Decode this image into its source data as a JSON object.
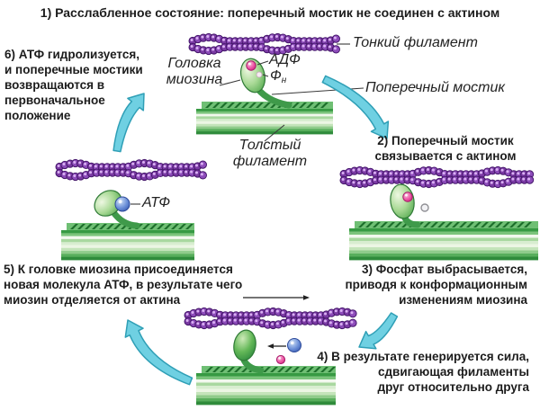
{
  "title": "1) Расслабленное состояние: поперечный мостик не соединен с актином",
  "step2": {
    "line1": "2) Поперечный мостик",
    "line2": "связывается с актином"
  },
  "step3": {
    "line1": "3) Фосфат выбрасывается,",
    "line2": "приводя к конформационным",
    "line3": "изменениям миозина"
  },
  "step4": {
    "line1": "4) В результате генерируется сила,",
    "line2": "сдвигающая филаменты",
    "line3": "друг относительно друга"
  },
  "step5": {
    "line1": "5) К головке миозина присоединяется",
    "line2": "новая молекула АТФ, в результате чего",
    "line3": "миозин отделяется от актина"
  },
  "step6": {
    "line1": "6) АТФ гидролизуется,",
    "line2": "и поперечные мостики",
    "line3": "возвращаются в",
    "line4": "первоначальное",
    "line5": "положение"
  },
  "labels": {
    "thin_filament": "Тонкий филамент",
    "myosin_head_line1": "Головка",
    "myosin_head_line2": "миозина",
    "adp": "АДФ",
    "pi_symbol": "Ф",
    "pi_subscript": "н",
    "cross_bridge": "Поперечный мостик",
    "thick_filament_line1": "Толстый",
    "thick_filament_line2": "филамент",
    "atp": "АТФ"
  },
  "colors": {
    "background": "#ffffff",
    "text": "#1c1c1c",
    "actin_bead_a": "#8d4cba",
    "actin_bead_b": "#7b3aa4",
    "actin_bead_outline": "#45176b",
    "actin_bead_highlight": "#d9b0f2",
    "myosin_outline": "#2f7a36",
    "myosin_neck": "#3f9a4a",
    "filament_hatch_bg": "#6fbf74",
    "filament_hatch": "#1c6e2a",
    "filament_stripes": [
      "#379a43",
      "#7cc47c",
      "#f2f8ee",
      "#a9d8a0",
      "#d8edd0",
      "#ecf6e4",
      "#c4e4ba",
      "#8fcb8b",
      "#58ae5c",
      "#2f8b3b"
    ],
    "arrow_cyan_fill": "#6fd0e2",
    "arrow_cyan_stroke": "#2f9fb6",
    "atp_blue": "#3a5cb0",
    "adp_pink": "#e23b92",
    "phosphate_gray": "#909095",
    "connector": "#3a3a3a"
  }
}
